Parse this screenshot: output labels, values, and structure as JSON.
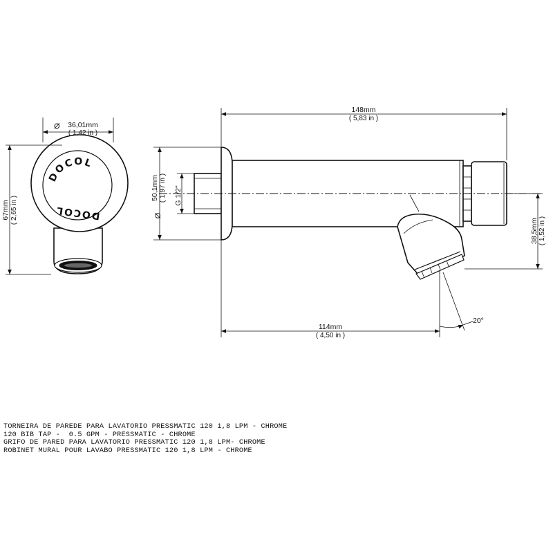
{
  "front_view": {
    "diameter_symbol": "Ø",
    "diameter_mm": "36,01mm",
    "diameter_in": "( 1,42 in )",
    "height_mm": "67mm",
    "height_in": "( 2,65 in )",
    "brand_top": "DOCOL",
    "brand_bottom": "DOCOL"
  },
  "side_view": {
    "length_mm": "148mm",
    "length_in": "( 5,83 in )",
    "diameter_symbol": "Ø",
    "diameter_mm": "50,1mm",
    "diameter_in": "( 1,97 in )",
    "thread": "G 1/2\"",
    "drop_mm": "38,5mm",
    "drop_in": "( 1,52 in )",
    "reach_mm": "114mm",
    "reach_in": "( 4,50 in )",
    "angle": "20°"
  },
  "caption": {
    "lines": [
      "TORNEIRA DE PAREDE PARA LAVATORIO PRESSMATIC 120 1,8 LPM - CHROME",
      "120 BIB TAP -  0.5 GPM - PRESSMATIC - CHROME",
      "GRIFO DE PARED PARA LAVATORIO PRESSMATIC 120 1,8 LPM- CHROME",
      "ROBINET MURAL POUR LAVABO PRESSMATIC 120 1,8 LPM - CHROME"
    ]
  }
}
